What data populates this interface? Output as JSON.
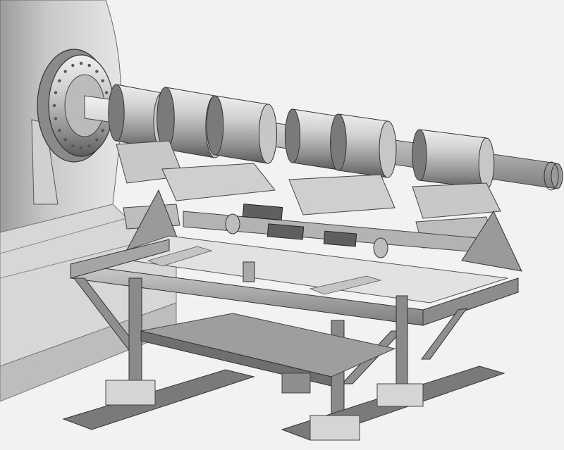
{
  "figure": {
    "description_visible_text": "",
    "colors": {
      "background": "#f2f2f2",
      "metal_light": "#d6d6d6",
      "metal_mid": "#a9a9a9",
      "metal_dark": "#6f6f6f",
      "outline": "#3b3b3b",
      "shadow": "#8a8a8a"
    },
    "components": [
      "vessel-wall",
      "end-flange",
      "shaft",
      "bearing-housing",
      "support-frame",
      "base-rail"
    ]
  }
}
